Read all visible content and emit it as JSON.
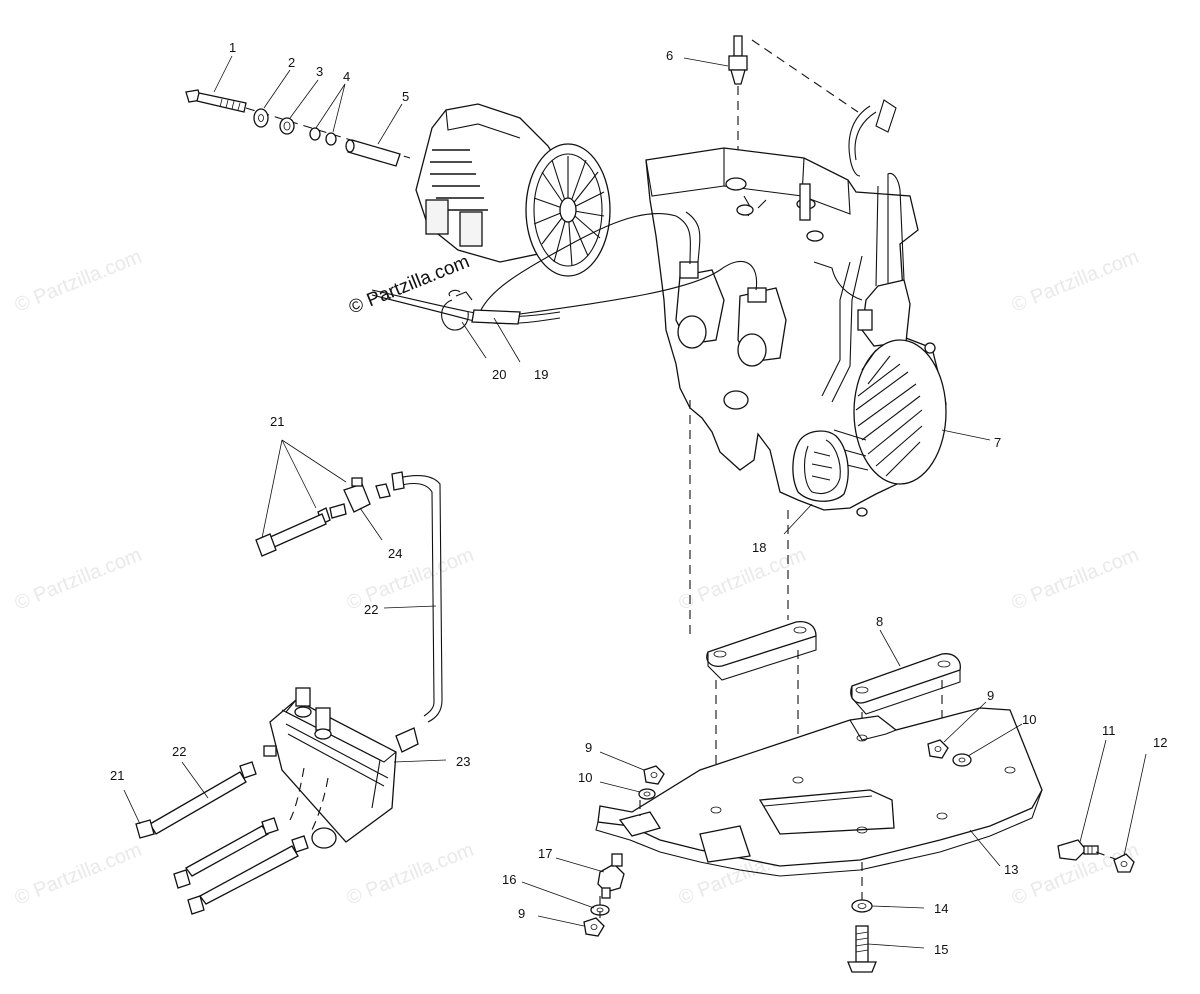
{
  "watermark": {
    "text": "© Partzilla.com",
    "color": "#e9e9e9"
  },
  "diagram": {
    "line_color": "#111111",
    "background": "#ffffff",
    "callouts": [
      {
        "id": "c1",
        "label": "1"
      },
      {
        "id": "c2",
        "label": "2"
      },
      {
        "id": "c3",
        "label": "3"
      },
      {
        "id": "c4",
        "label": "4"
      },
      {
        "id": "c5",
        "label": "5"
      },
      {
        "id": "c6",
        "label": "6"
      },
      {
        "id": "c7",
        "label": "7"
      },
      {
        "id": "c8",
        "label": "8"
      },
      {
        "id": "c9a",
        "label": "9"
      },
      {
        "id": "c9b",
        "label": "9"
      },
      {
        "id": "c9c",
        "label": "9"
      },
      {
        "id": "c10a",
        "label": "10"
      },
      {
        "id": "c10b",
        "label": "10"
      },
      {
        "id": "c11",
        "label": "11"
      },
      {
        "id": "c12",
        "label": "12"
      },
      {
        "id": "c13",
        "label": "13"
      },
      {
        "id": "c14",
        "label": "14"
      },
      {
        "id": "c15",
        "label": "15"
      },
      {
        "id": "c16",
        "label": "16"
      },
      {
        "id": "c17",
        "label": "17"
      },
      {
        "id": "c18",
        "label": "18"
      },
      {
        "id": "c19",
        "label": "19"
      },
      {
        "id": "c20",
        "label": "20"
      },
      {
        "id": "c21a",
        "label": "21"
      },
      {
        "id": "c21b",
        "label": "21"
      },
      {
        "id": "c22a",
        "label": "22"
      },
      {
        "id": "c22b",
        "label": "22"
      },
      {
        "id": "c23",
        "label": "23"
      },
      {
        "id": "c24",
        "label": "24"
      }
    ]
  }
}
